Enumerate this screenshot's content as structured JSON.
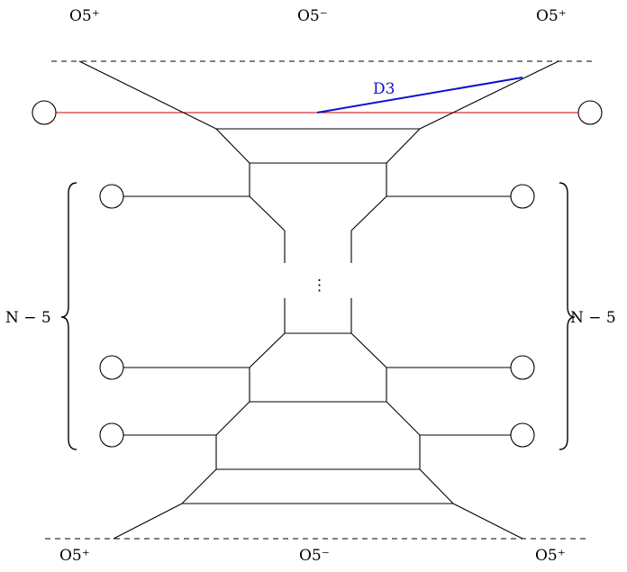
{
  "top_labels": {
    "left": "O5⁺",
    "center": "O5⁻",
    "right": "O5⁺"
  },
  "bottom_labels": {
    "left": "O5⁺",
    "center": "O5⁻",
    "right": "O5⁺"
  },
  "d3_label": "D3",
  "ellipsis": "⋮",
  "brace_label_left": "N − 5",
  "brace_label_right": "N − 5",
  "colors": {
    "d3": "#1010d0",
    "red_line": "#cc0000",
    "lines": "#000000"
  }
}
